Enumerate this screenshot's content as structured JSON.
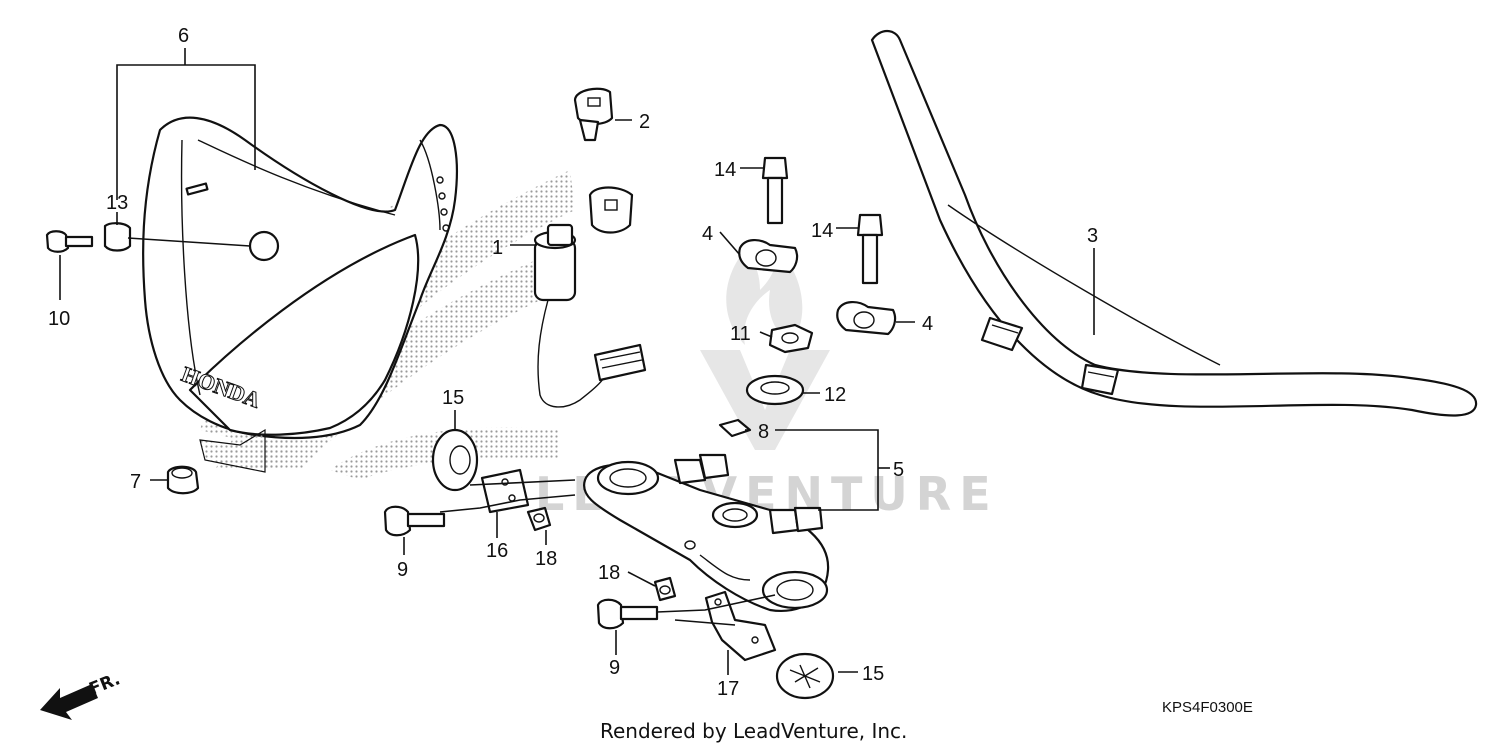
{
  "callouts": [
    {
      "label": "1"
    },
    {
      "label": "2"
    },
    {
      "label": "3"
    },
    {
      "label": "4"
    },
    {
      "label": "4"
    },
    {
      "label": "5"
    },
    {
      "label": "6"
    },
    {
      "label": "7"
    },
    {
      "label": "8"
    },
    {
      "label": "9"
    },
    {
      "label": "9"
    },
    {
      "label": "10"
    },
    {
      "label": "11"
    },
    {
      "label": "12"
    },
    {
      "label": "13"
    },
    {
      "label": "14"
    },
    {
      "label": "14"
    },
    {
      "label": "15"
    },
    {
      "label": "15"
    },
    {
      "label": "16"
    },
    {
      "label": "17"
    },
    {
      "label": "18"
    },
    {
      "label": "18"
    }
  ],
  "cowl_logo_text": "HONDA",
  "watermark_text": "LEADVENTURE",
  "direction_label": "FR.",
  "diagram_code": "KPS4F0300E",
  "footer": "Rendered by LeadVenture, Inc."
}
